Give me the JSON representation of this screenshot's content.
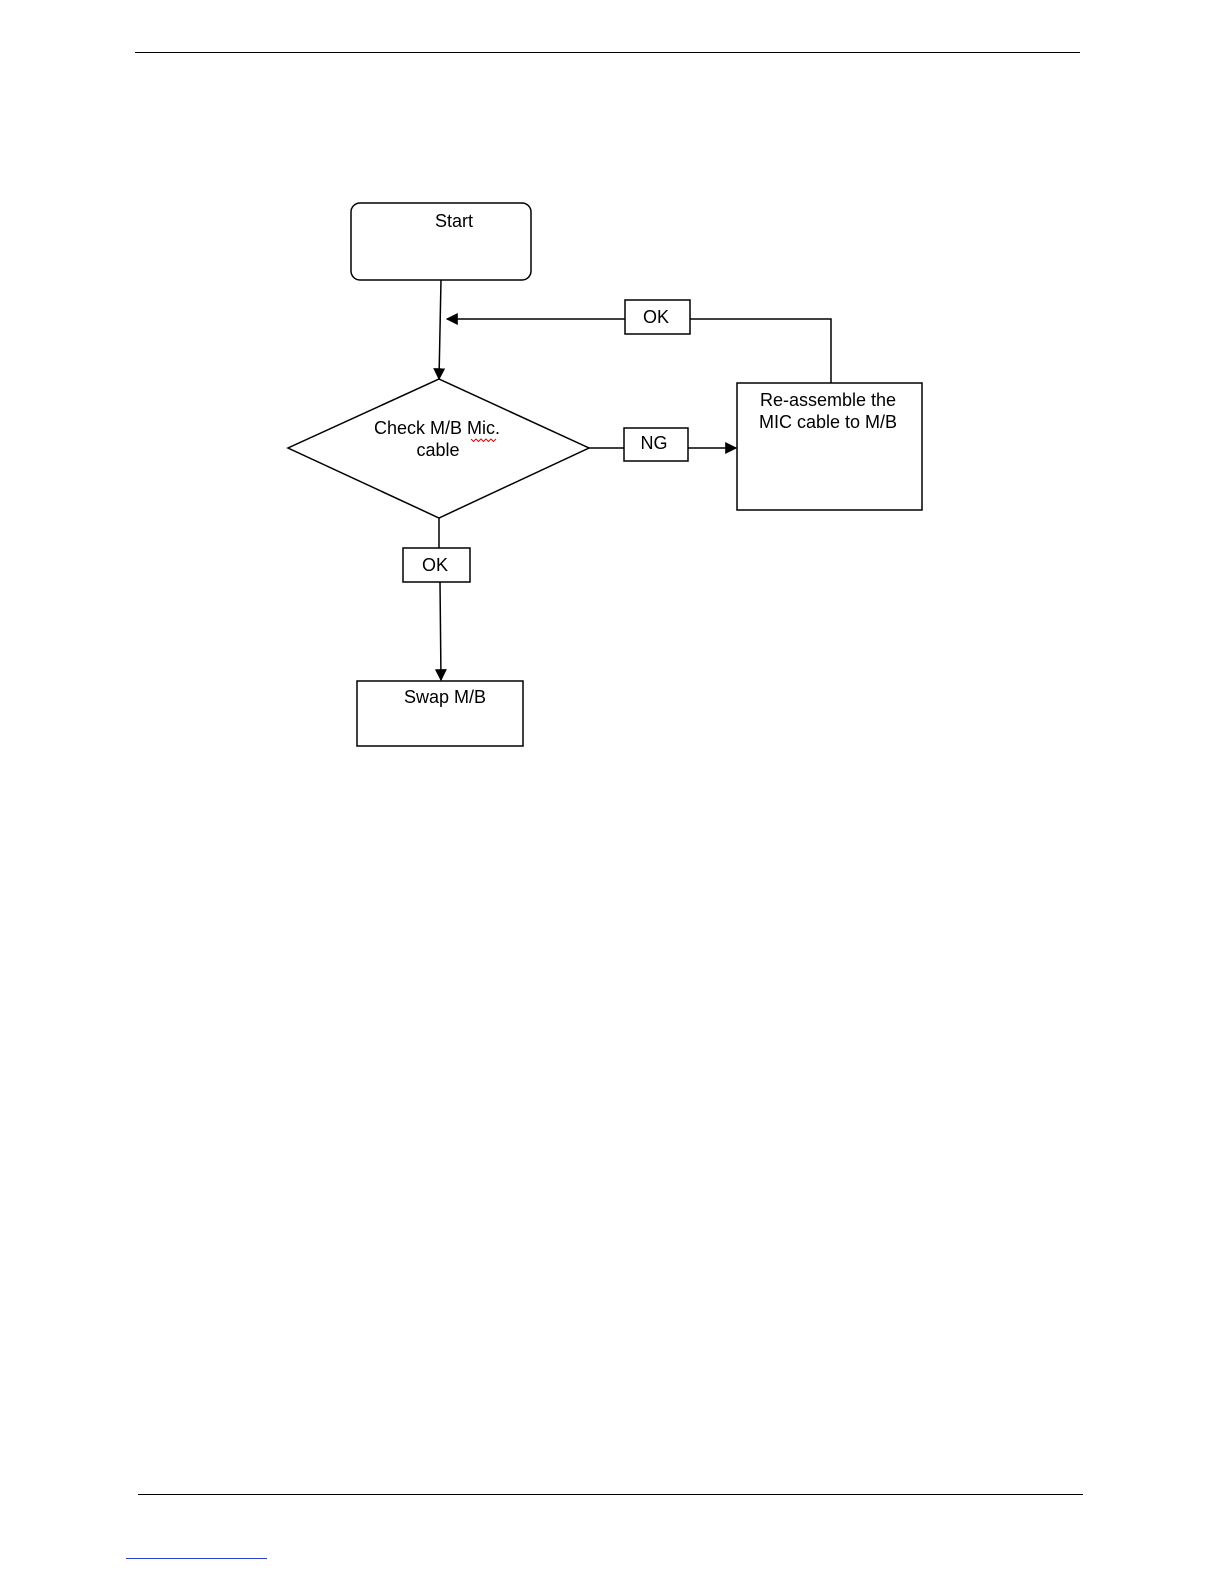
{
  "flowchart": {
    "start": "Start",
    "decision": {
      "line1": "Check M/B Mic.",
      "line2": "cable"
    },
    "action": {
      "line1": "Re-assemble the",
      "line2": "MIC cable to M/B"
    },
    "end": "Swap M/B",
    "labels": {
      "ok_loop": "OK",
      "ng": "NG",
      "ok_down": "OK"
    }
  }
}
